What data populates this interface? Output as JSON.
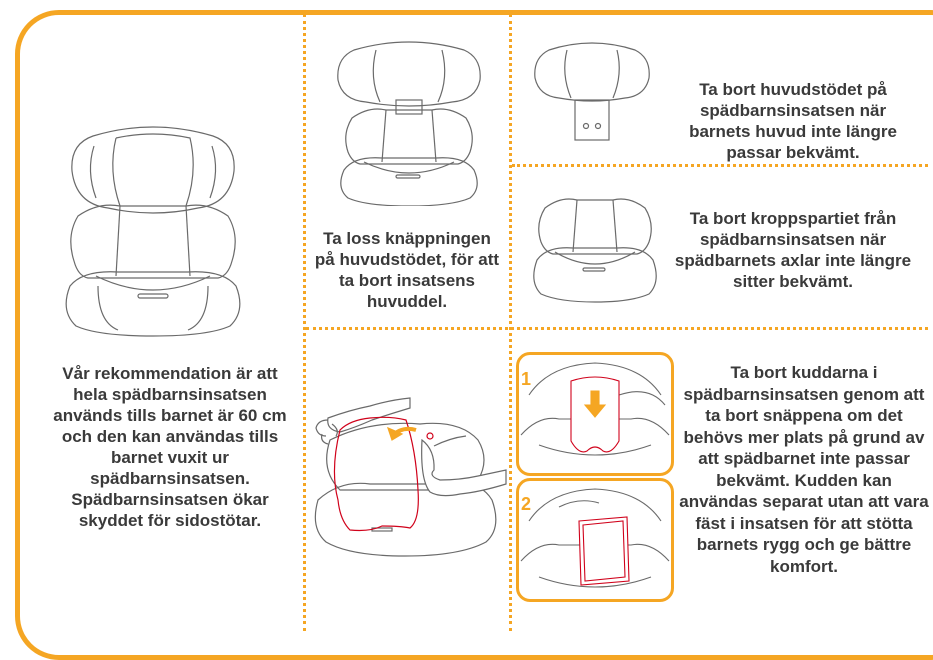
{
  "accent_color": "#f5a623",
  "line_color": "#6a6a6a",
  "red_color": "#d0021b",
  "panels": {
    "intro": {
      "text": "Vår rekommendation är att hela spädbarnsinsatsen används tills barnet är 60 cm och den kan användas tills barnet vuxit ur spädbarnsinsatsen. Spädbarnsinsatsen ökar skyddet för sidostötar."
    },
    "unbutton": {
      "text": "Ta loss knäppningen på huvudstödet, för att ta bort insatsens huvuddel."
    },
    "remove_headrest": {
      "text": "Ta bort huvudstödet på spädbarnsinsatsen när barnets huvud inte längre passar bekvämt."
    },
    "remove_body": {
      "text": "Ta bort kroppspartiet från spädbarnsinsatsen när spädbarnets axlar inte längre sitter bekvämt."
    },
    "remove_cushions": {
      "text": "Ta bort kuddarna i spädbarnsinsatsen genom att ta bort snäppena om det behövs mer plats på grund av att spädbarnet inte passar bekvämt. Kudden kan användas separat utan att vara fäst i insatsen för att stötta barnets rygg och ge bättre komfort.",
      "step1": "1",
      "step2": "2"
    }
  }
}
